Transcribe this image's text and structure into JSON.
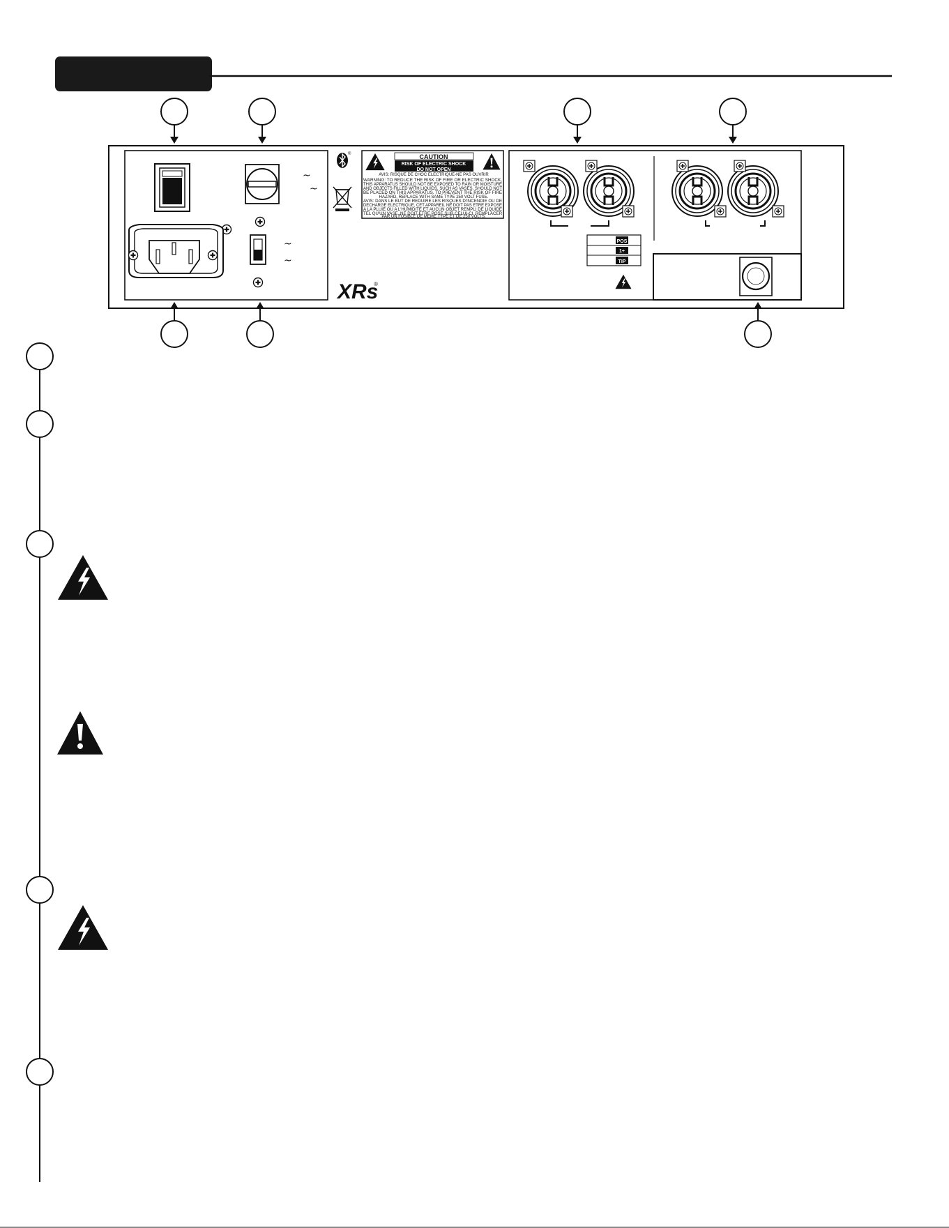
{
  "caution_label": {
    "title": "CAUTION",
    "risk_line": "RISK OF ELECTRIC SHOCK",
    "do_not_open": "DO NOT OPEN",
    "avis_short": "AVIS: RISQUE DE CHOC ELECTRIQUE-NE PAS OUVRIR",
    "warning_lines": [
      "WARNING: TO REDUCE THE RISK OF FIRE OR ELECTRIC SHOCK,",
      "THIS APPARATUS SHOULD NOT BE EXPOSED TO RAIN OR MOISTURE",
      "AND OBJECTS FILLED WITH LIQUIDS, SUCH AS VASES, SHOULD NOT",
      "BE PLACED ON THIS APPARATUS. TO PREVENT THE RISK OF FIRE",
      "HAZARD, REPLACE WITH SAME TYPE 250 VOLT FUSE."
    ],
    "avis_lines": [
      "AVIS: DANS LE BUT DE REDUIRE LES RISQUES D'INCENDIE OU DE",
      "DECHARGE ELECTRIQUE, CET APPAREIL NE DOIT PAS ETRE EXPOSE",
      "A LA PLUIE OU A L'HUMIDITE ET AUCUN OBJET REMPLI DE LIQUIDE",
      "TEL QU'UN VASE, NE DOIT ETRE POSE SUR CELUI-CI. REMPLACER",
      "PAR UN FUSIBLE DE MEME TYPE ET DE 250 VOLTS."
    ]
  },
  "wiring_table": [
    "POS",
    "1+",
    "TIP"
  ],
  "brand_logo": "XRs",
  "registered_mark": "®",
  "ac_symbol": "~",
  "icons": {
    "bluetooth": "bluetooth-icon",
    "weee": "weee-bin-icon",
    "shock_warning": "lightning-triangle-icon",
    "caution": "exclamation-triangle-icon",
    "screw": "screw-icon"
  },
  "colors": {
    "ink": "#111111",
    "paper": "#ffffff",
    "header_tab": "#1a1a1a"
  }
}
